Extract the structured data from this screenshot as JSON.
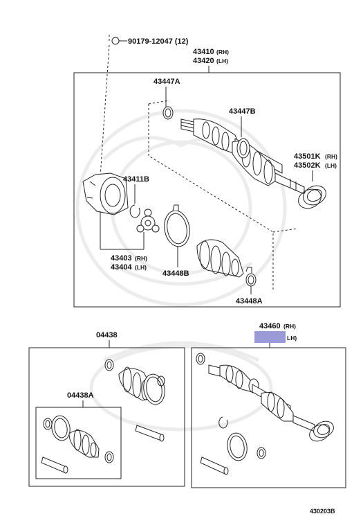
{
  "colors": {
    "line": "#222222",
    "highlight": "#9a9ad6",
    "watermark": "#ececec"
  },
  "labels": {
    "bolt": "90179-12047 (12)",
    "shaft_rh": "43410",
    "shaft_rh_suffix": "(RH)",
    "shaft_lh": "43420",
    "shaft_lh_suffix": "(LH)",
    "clamp_a": "43447A",
    "clamp_b": "43447B",
    "dust_rh": "43501K",
    "dust_rh_suffix": "(RH)",
    "dust_lh": "43502K",
    "dust_lh_suffix": "(LH)",
    "snap_ring": "43411B",
    "joint_rh": "43403",
    "joint_rh_suffix": "(RH)",
    "joint_lh": "43404",
    "joint_lh_suffix": "(LH)",
    "clamp_448b": "43448B",
    "clamp_448a": "43448A",
    "boot_kit": "04438",
    "boot_kit_a": "04438A",
    "assembly": "43460",
    "assembly_rh_suffix": "(RH)",
    "assembly_lh_suffix": "LH)",
    "figure_code": "430203B"
  }
}
